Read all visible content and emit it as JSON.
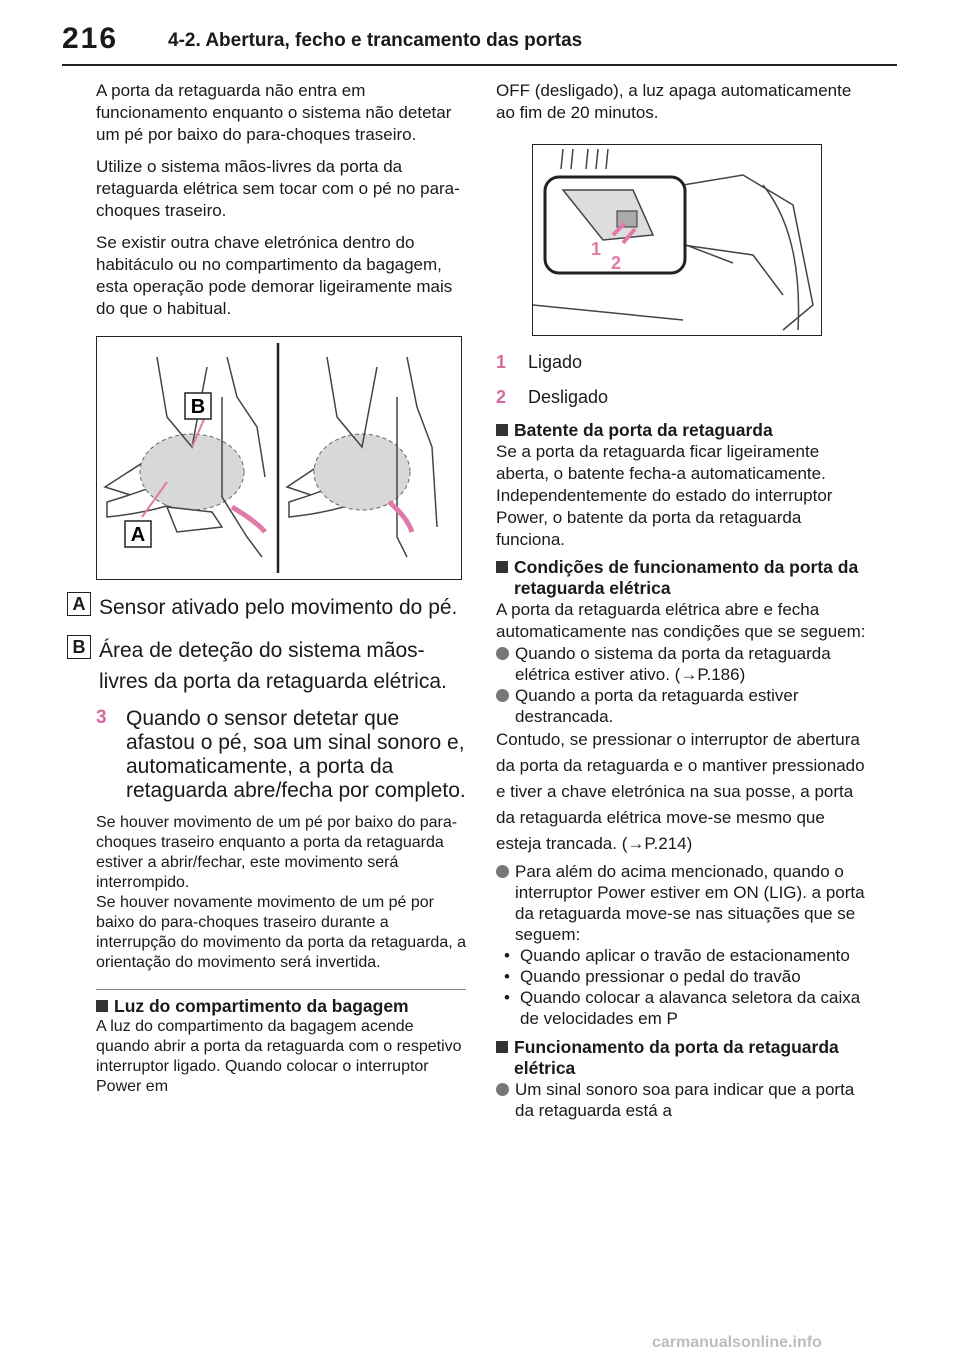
{
  "header": {
    "page_number": "216",
    "section": "4-2. Abertura, fecho e trancamento das portas"
  },
  "left": {
    "p1": "A porta da retaguarda não entra em funcionamento enquanto o sistema não detetar um pé por baixo do para-choques traseiro.",
    "p2": "Utilize o sistema mãos-livres da porta da retaguarda elétrica sem tocar com o pé no para-choques traseiro.",
    "p3": "Se existir outra chave eletrónica dentro do habitáculo ou no compartimento da bagagem, esta operação pode demorar ligeiramente mais do que o habitual.",
    "figure": {
      "label_a": "A",
      "label_b": "B"
    },
    "label_a_text": "Sensor ativado pelo movimento do pé.",
    "label_b_text": "Área de deteção do sistema mãos-livres da porta da retaguarda elétrica.",
    "step3_num": "3",
    "step3_text": "Quando o sensor detetar que afastou o pé, soa um sinal sonoro e, automaticamente, a porta da retaguarda abre/fecha por completo.",
    "p4": "Se houver movimento de um pé por baixo do para-choques traseiro enquanto a porta da retaguarda estiver a abrir/fechar, este movimento será interrompido.",
    "p5": "Se houver novamente movimento de um pé por baixo do para-choques traseiro durante a interrupção do movimento da porta da retaguarda, a orientação do movimento será invertida.",
    "note_heading": "Luz do compartimento da bagagem",
    "note_text": "A luz do compartimento da bagagem acende quando abrir a porta da retaguarda com o respetivo interruptor ligado. Quando colocar o interruptor Power em"
  },
  "right": {
    "p1": "OFF (desligado), a luz apaga automaticamente ao fim de 20 minutos.",
    "figure": {
      "n1": "1",
      "n2": "2"
    },
    "legend": [
      {
        "num": "1",
        "text": "Ligado"
      },
      {
        "num": "2",
        "text": "Desligado"
      }
    ],
    "h1": "Batente da porta da retaguarda",
    "h1_text1": "Se a porta da retaguarda ficar ligeiramente aberta, o batente fecha-a automaticamente.",
    "h1_text2": "Independentemente do estado do interruptor Power, o batente da porta da retaguarda funciona.",
    "h2": "Condições de funcionamento da porta da retaguarda elétrica",
    "h2_text": "A porta da retaguarda elétrica abre e fecha automaticamente nas condições que se seguem:",
    "b1": "Quando o sistema da porta da retaguarda elétrica estiver ativo. (→P.186)",
    "b2": "Quando a porta da retaguarda estiver destrancada.",
    "b2_text": "Contudo, se pressionar o interruptor de abertura da porta da retaguarda e o mantiver pressionado e tiver a chave eletrónica na sua posse, a porta da retaguarda elétrica move-se mesmo que esteja trancada. (→P.214)",
    "b3": "Para além do acima mencionado, quando o interruptor Power estiver em ON (LIG). a porta da retaguarda move-se nas situações que se seguem:",
    "d1": "Quando aplicar o travão de estacionamento",
    "d2": "Quando pressionar o pedal do travão",
    "d3": "Quando colocar a alavanca seletora da caixa de velocidades em P",
    "h3": "Funcionamento da porta da retaguarda elétrica",
    "b4": "Um sinal sonoro soa para indicar que a porta da retaguarda está a"
  },
  "watermark": "carmanualsonline.info",
  "colors": {
    "accent": "#d36aa0",
    "text": "#1a1a1a"
  }
}
